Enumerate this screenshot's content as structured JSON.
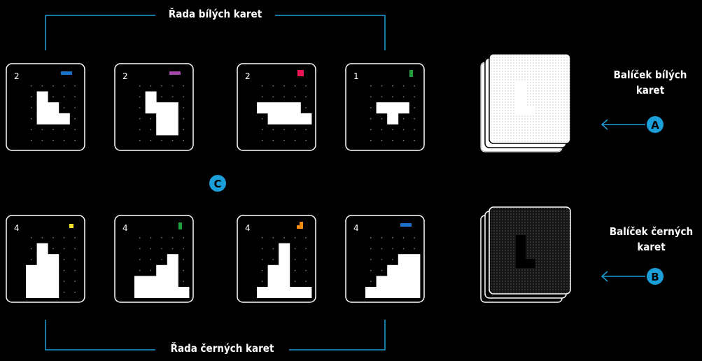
{
  "labels": {
    "white_row": "Řada bílých karet",
    "black_row": "Řada černých karet",
    "white_deck": "Balíček bílých karet",
    "black_deck": "Balíček černých karet"
  },
  "markers": {
    "a": "A",
    "b": "B",
    "c": "C"
  },
  "colors": {
    "accent": "#1a9fd9",
    "line": "#1a9fd9"
  },
  "white_row_cards": [
    {
      "number": "2",
      "color": "#1a72c9",
      "cells": [
        [
          1,
          1
        ],
        [
          1,
          2
        ],
        [
          2,
          2
        ],
        [
          1,
          3
        ],
        [
          2,
          3
        ],
        [
          3,
          3
        ]
      ]
    },
    {
      "number": "2",
      "color": "#a347a6",
      "cells": [
        [
          1,
          1
        ],
        [
          1,
          2
        ],
        [
          2,
          2
        ],
        [
          3,
          2
        ],
        [
          2,
          3
        ],
        [
          3,
          3
        ],
        [
          2,
          4
        ],
        [
          3,
          4
        ]
      ]
    },
    {
      "number": "2",
      "color": "#ea1651",
      "cells": [
        [
          0,
          2
        ],
        [
          1,
          2
        ],
        [
          2,
          2
        ],
        [
          3,
          2
        ],
        [
          1,
          3
        ],
        [
          2,
          3
        ],
        [
          3,
          3
        ],
        [
          4,
          3
        ]
      ]
    },
    {
      "number": "1",
      "color": "#1fa03c",
      "cells": [
        [
          1,
          2
        ],
        [
          2,
          2
        ],
        [
          3,
          2
        ],
        [
          2,
          3
        ]
      ]
    }
  ],
  "black_row_cards": [
    {
      "number": "4",
      "color": "#f7e12a",
      "cells": [
        [
          1,
          1
        ],
        [
          1,
          2
        ],
        [
          2,
          2
        ],
        [
          0,
          3
        ],
        [
          1,
          3
        ],
        [
          2,
          3
        ],
        [
          0,
          4
        ],
        [
          1,
          4
        ],
        [
          2,
          4
        ],
        [
          0,
          5
        ],
        [
          1,
          5
        ],
        [
          2,
          5
        ]
      ]
    },
    {
      "number": "4",
      "color": "#1fa03c",
      "cells": [
        [
          3,
          2
        ],
        [
          2,
          3
        ],
        [
          3,
          3
        ],
        [
          0,
          4
        ],
        [
          1,
          4
        ],
        [
          2,
          4
        ],
        [
          3,
          4
        ],
        [
          0,
          5
        ],
        [
          1,
          5
        ],
        [
          2,
          5
        ],
        [
          3,
          5
        ],
        [
          4,
          5
        ]
      ]
    },
    {
      "number": "4",
      "color": "#f08a12",
      "cells": [
        [
          2,
          1
        ],
        [
          2,
          2
        ],
        [
          1,
          3
        ],
        [
          2,
          3
        ],
        [
          1,
          4
        ],
        [
          2,
          4
        ],
        [
          0,
          5
        ],
        [
          1,
          5
        ],
        [
          2,
          5
        ],
        [
          3,
          5
        ],
        [
          4,
          5
        ]
      ]
    },
    {
      "number": "4",
      "color": "#1a72c9",
      "cells": [
        [
          3,
          2
        ],
        [
          4,
          2
        ],
        [
          2,
          3
        ],
        [
          3,
          3
        ],
        [
          4,
          3
        ],
        [
          1,
          4
        ],
        [
          2,
          4
        ],
        [
          3,
          4
        ],
        [
          4,
          4
        ],
        [
          0,
          5
        ],
        [
          1,
          5
        ],
        [
          2,
          5
        ],
        [
          3,
          5
        ],
        [
          4,
          5
        ]
      ]
    }
  ]
}
